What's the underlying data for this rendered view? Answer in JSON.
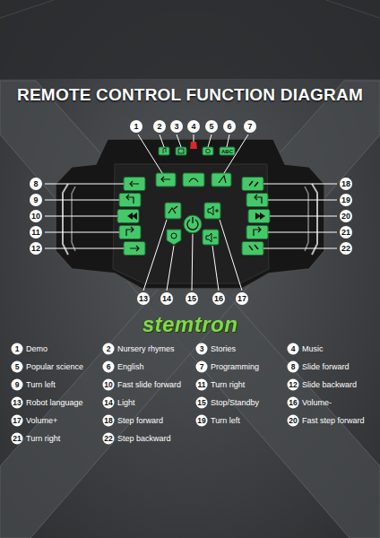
{
  "diagram": {
    "title": "REMOTE CONTROL FUNCTION DIAGRAM",
    "labels": [
      "1",
      "2",
      "3",
      "4",
      "5",
      "6",
      "7",
      "8",
      "9",
      "10",
      "11",
      "12",
      "13",
      "14",
      "15",
      "16",
      "17",
      "18",
      "19",
      "20",
      "21",
      "22",
      "ABC",
      "stemtron",
      "1",
      "Demo",
      "2",
      "Nursery rhymes",
      "3",
      "Stories",
      "4",
      "Music",
      "5",
      "Popular science",
      "6",
      "English",
      "7",
      "Programming",
      "8",
      "Slide forward",
      "9",
      "Turn left",
      "10",
      "Fast slide forward",
      "11",
      "Turn right",
      "12",
      "Slide backward",
      "13",
      "Robot language",
      "14",
      "Light",
      "15",
      "Stop/Standby",
      "16",
      "Volume-",
      "17",
      "Volume+",
      "18",
      "Step forward",
      "19",
      "Turn left",
      "20",
      "Fast step forward",
      "21",
      "Turn right",
      "22",
      "Step backward"
    ]
  }
}
